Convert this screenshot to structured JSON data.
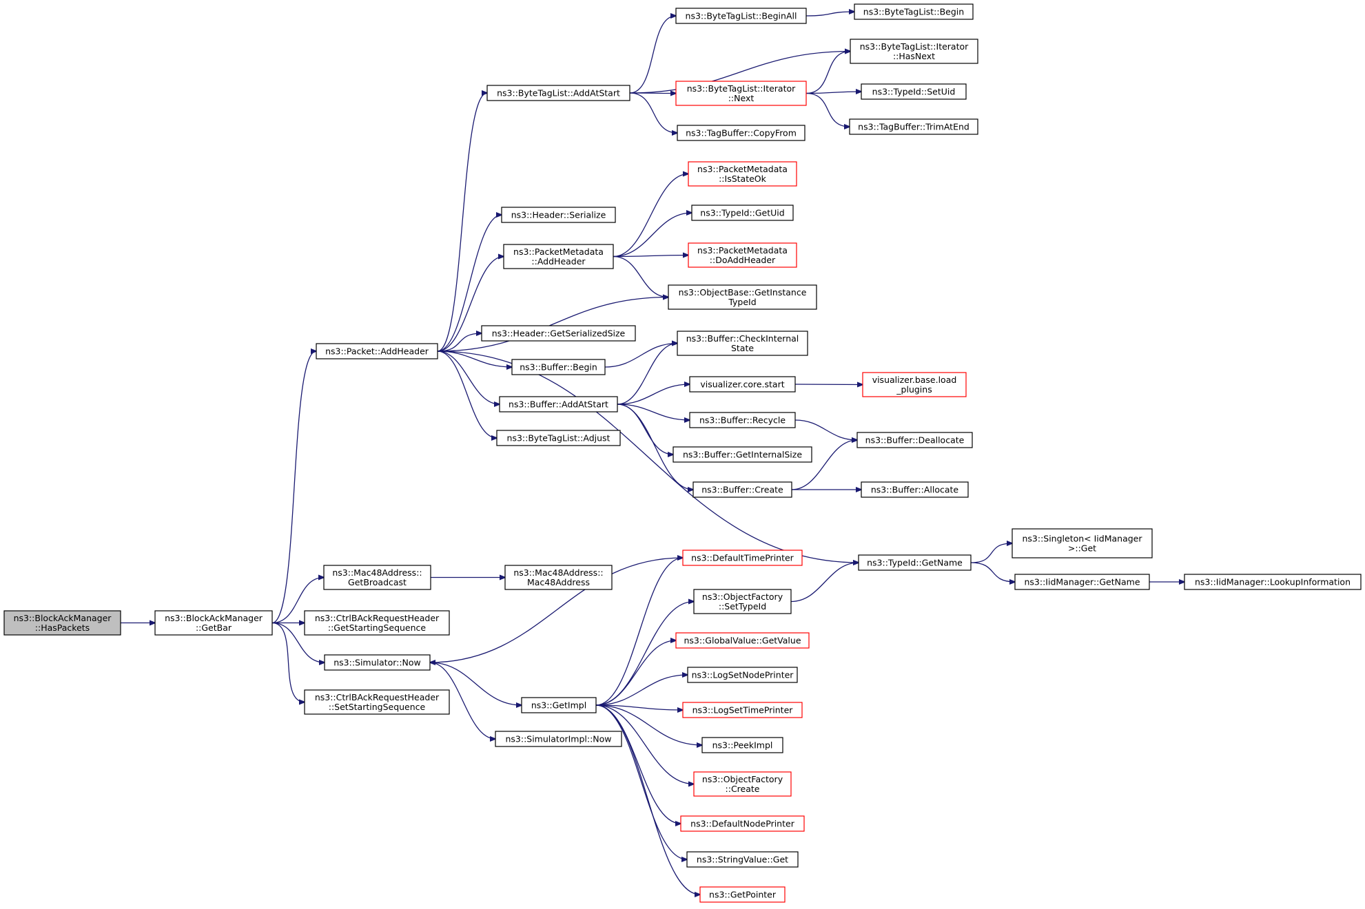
{
  "colors": {
    "edge": "#191970",
    "border_normal": "#000000",
    "border_red": "#ff0000",
    "root_fill": "#bfbfbf",
    "node_fill": "#ffffff"
  },
  "nodes": [
    {
      "id": "hasPackets",
      "lines": [
        "ns3::BlockAckManager",
        "::HasPackets"
      ],
      "style": "root"
    },
    {
      "id": "getBar",
      "lines": [
        "ns3::BlockAckManager",
        "::GetBar"
      ],
      "style": "normal"
    },
    {
      "id": "packetAddHeader",
      "lines": [
        "ns3::Packet::AddHeader"
      ],
      "style": "normal"
    },
    {
      "id": "macGetBroadcast",
      "lines": [
        "ns3::Mac48Address::",
        "GetBroadcast"
      ],
      "style": "normal"
    },
    {
      "id": "ctrlGetStart",
      "lines": [
        "ns3::CtrlBAckRequestHeader",
        "::GetStartingSequence"
      ],
      "style": "normal"
    },
    {
      "id": "simNow",
      "lines": [
        "ns3::Simulator::Now"
      ],
      "style": "normal"
    },
    {
      "id": "ctrlSetStart",
      "lines": [
        "ns3::CtrlBAckRequestHeader",
        "::SetStartingSequence"
      ],
      "style": "normal"
    },
    {
      "id": "btlAddAtStart",
      "lines": [
        "ns3::ByteTagList::AddAtStart"
      ],
      "style": "normal"
    },
    {
      "id": "headerSerialize",
      "lines": [
        "ns3::Header::Serialize"
      ],
      "style": "normal"
    },
    {
      "id": "pmAddHeader",
      "lines": [
        "ns3::PacketMetadata",
        "::AddHeader"
      ],
      "style": "normal"
    },
    {
      "id": "headerGetSize",
      "lines": [
        "ns3::Header::GetSerializedSize"
      ],
      "style": "normal"
    },
    {
      "id": "bufferBegin",
      "lines": [
        "ns3::Buffer::Begin"
      ],
      "style": "normal"
    },
    {
      "id": "bufferAddAtStart",
      "lines": [
        "ns3::Buffer::AddAtStart"
      ],
      "style": "normal"
    },
    {
      "id": "btlAdjust",
      "lines": [
        "ns3::ByteTagList::Adjust"
      ],
      "style": "normal"
    },
    {
      "id": "macMac48",
      "lines": [
        "ns3::Mac48Address::",
        "Mac48Address"
      ],
      "style": "normal"
    },
    {
      "id": "getImpl",
      "lines": [
        "ns3::GetImpl"
      ],
      "style": "normal"
    },
    {
      "id": "simImplNow",
      "lines": [
        "ns3::SimulatorImpl::Now"
      ],
      "style": "normal"
    },
    {
      "id": "btlBeginAll",
      "lines": [
        "ns3::ByteTagList::BeginAll"
      ],
      "style": "normal"
    },
    {
      "id": "btlIterNext",
      "lines": [
        "ns3::ByteTagList::Iterator",
        "::Next"
      ],
      "style": "red"
    },
    {
      "id": "tagCopyFrom",
      "lines": [
        "ns3::TagBuffer::CopyFrom"
      ],
      "style": "normal"
    },
    {
      "id": "pmIsStateOk",
      "lines": [
        "ns3::PacketMetadata",
        "::IsStateOk"
      ],
      "style": "red"
    },
    {
      "id": "typeGetUid",
      "lines": [
        "ns3::TypeId::GetUid"
      ],
      "style": "normal"
    },
    {
      "id": "pmDoAddHeader",
      "lines": [
        "ns3::PacketMetadata",
        "::DoAddHeader"
      ],
      "style": "red"
    },
    {
      "id": "objGetInstance",
      "lines": [
        "ns3::ObjectBase::GetInstance",
        "TypeId"
      ],
      "style": "normal"
    },
    {
      "id": "bufferCheck",
      "lines": [
        "ns3::Buffer::CheckInternal",
        "State"
      ],
      "style": "normal"
    },
    {
      "id": "vizStart",
      "lines": [
        "visualizer.core.start"
      ],
      "style": "normal"
    },
    {
      "id": "bufferRecycle",
      "lines": [
        "ns3::Buffer::Recycle"
      ],
      "style": "normal"
    },
    {
      "id": "bufferGetInternal",
      "lines": [
        "ns3::Buffer::GetInternalSize"
      ],
      "style": "normal"
    },
    {
      "id": "bufferCreate",
      "lines": [
        "ns3::Buffer::Create"
      ],
      "style": "normal"
    },
    {
      "id": "defaultTimePrinter",
      "lines": [
        "ns3::DefaultTimePrinter"
      ],
      "style": "red"
    },
    {
      "id": "ofSetTypeId",
      "lines": [
        "ns3::ObjectFactory",
        "::SetTypeId"
      ],
      "style": "normal"
    },
    {
      "id": "gvGetValue",
      "lines": [
        "ns3::GlobalValue::GetValue"
      ],
      "style": "red"
    },
    {
      "id": "logSetNode",
      "lines": [
        "ns3::LogSetNodePrinter"
      ],
      "style": "normal"
    },
    {
      "id": "logSetTime",
      "lines": [
        "ns3::LogSetTimePrinter"
      ],
      "style": "red"
    },
    {
      "id": "peekImpl",
      "lines": [
        "ns3::PeekImpl"
      ],
      "style": "normal"
    },
    {
      "id": "ofCreate",
      "lines": [
        "ns3::ObjectFactory",
        "::Create"
      ],
      "style": "red"
    },
    {
      "id": "defaultNodePrinter",
      "lines": [
        "ns3::DefaultNodePrinter"
      ],
      "style": "red"
    },
    {
      "id": "svGet",
      "lines": [
        "ns3::StringValue::Get"
      ],
      "style": "normal"
    },
    {
      "id": "getPointer",
      "lines": [
        "ns3::GetPointer"
      ],
      "style": "red"
    },
    {
      "id": "btlBegin",
      "lines": [
        "ns3::ByteTagList::Begin"
      ],
      "style": "normal"
    },
    {
      "id": "btlIterHasNext",
      "lines": [
        "ns3::ByteTagList::Iterator",
        "::HasNext"
      ],
      "style": "normal"
    },
    {
      "id": "typeSetUid",
      "lines": [
        "ns3::TypeId::SetUid"
      ],
      "style": "normal"
    },
    {
      "id": "tagTrimAtEnd",
      "lines": [
        "ns3::TagBuffer::TrimAtEnd"
      ],
      "style": "normal"
    },
    {
      "id": "vizLoadPlugins",
      "lines": [
        "visualizer.base.load",
        "_plugins"
      ],
      "style": "red"
    },
    {
      "id": "bufferDeallocate",
      "lines": [
        "ns3::Buffer::Deallocate"
      ],
      "style": "normal"
    },
    {
      "id": "bufferAllocate",
      "lines": [
        "ns3::Buffer::Allocate"
      ],
      "style": "normal"
    },
    {
      "id": "typeGetName",
      "lines": [
        "ns3::TypeId::GetName"
      ],
      "style": "normal"
    },
    {
      "id": "singletonGet",
      "lines": [
        "ns3::Singleton< IidManager",
        ">::Get"
      ],
      "style": "normal"
    },
    {
      "id": "iidGetName",
      "lines": [
        "ns3::IidManager::GetName"
      ],
      "style": "normal"
    },
    {
      "id": "iidLookup",
      "lines": [
        "ns3::IidManager::LookupInformation"
      ],
      "style": "normal"
    }
  ],
  "edges": [
    {
      "from": "hasPackets",
      "to": "getBar"
    },
    {
      "from": "getBar",
      "to": "packetAddHeader"
    },
    {
      "from": "getBar",
      "to": "macGetBroadcast"
    },
    {
      "from": "getBar",
      "to": "ctrlGetStart"
    },
    {
      "from": "getBar",
      "to": "simNow"
    },
    {
      "from": "getBar",
      "to": "ctrlSetStart"
    },
    {
      "from": "packetAddHeader",
      "to": "btlAddAtStart"
    },
    {
      "from": "packetAddHeader",
      "to": "headerSerialize"
    },
    {
      "from": "packetAddHeader",
      "to": "pmAddHeader"
    },
    {
      "from": "packetAddHeader",
      "to": "objGetInstance"
    },
    {
      "from": "packetAddHeader",
      "to": "headerGetSize"
    },
    {
      "from": "packetAddHeader",
      "to": "bufferBegin"
    },
    {
      "from": "packetAddHeader",
      "to": "bufferAddAtStart"
    },
    {
      "from": "packetAddHeader",
      "to": "btlAdjust"
    },
    {
      "from": "packetAddHeader",
      "to": "typeGetName"
    },
    {
      "from": "btlAddAtStart",
      "to": "btlBeginAll"
    },
    {
      "from": "btlAddAtStart",
      "to": "btlIterHasNext"
    },
    {
      "from": "btlAddAtStart",
      "to": "btlIterNext"
    },
    {
      "from": "btlAddAtStart",
      "to": "tagCopyFrom"
    },
    {
      "from": "btlBeginAll",
      "to": "btlBegin"
    },
    {
      "from": "btlIterNext",
      "to": "btlIterHasNext"
    },
    {
      "from": "btlIterNext",
      "to": "typeSetUid"
    },
    {
      "from": "btlIterNext",
      "to": "tagTrimAtEnd"
    },
    {
      "from": "pmAddHeader",
      "to": "pmIsStateOk"
    },
    {
      "from": "pmAddHeader",
      "to": "typeGetUid"
    },
    {
      "from": "pmAddHeader",
      "to": "pmDoAddHeader"
    },
    {
      "from": "pmAddHeader",
      "to": "objGetInstance"
    },
    {
      "from": "bufferBegin",
      "to": "bufferCheck"
    },
    {
      "from": "bufferAddAtStart",
      "to": "bufferCheck"
    },
    {
      "from": "bufferAddAtStart",
      "to": "vizStart"
    },
    {
      "from": "bufferAddAtStart",
      "to": "bufferRecycle"
    },
    {
      "from": "bufferAddAtStart",
      "to": "bufferGetInternal"
    },
    {
      "from": "bufferAddAtStart",
      "to": "bufferCreate"
    },
    {
      "from": "vizStart",
      "to": "vizLoadPlugins"
    },
    {
      "from": "bufferRecycle",
      "to": "bufferDeallocate"
    },
    {
      "from": "bufferCreate",
      "to": "bufferDeallocate"
    },
    {
      "from": "bufferCreate",
      "to": "bufferAllocate"
    },
    {
      "from": "typeGetName",
      "to": "singletonGet"
    },
    {
      "from": "typeGetName",
      "to": "iidGetName"
    },
    {
      "from": "iidGetName",
      "to": "iidLookup"
    },
    {
      "from": "macGetBroadcast",
      "to": "macMac48"
    },
    {
      "from": "simNow",
      "to": "getImpl"
    },
    {
      "from": "simNow",
      "to": "simImplNow"
    },
    {
      "from": "getImpl",
      "to": "defaultTimePrinter"
    },
    {
      "from": "getImpl",
      "to": "ofSetTypeId"
    },
    {
      "from": "getImpl",
      "to": "gvGetValue"
    },
    {
      "from": "getImpl",
      "to": "logSetNode"
    },
    {
      "from": "getImpl",
      "to": "logSetTime"
    },
    {
      "from": "getImpl",
      "to": "peekImpl"
    },
    {
      "from": "getImpl",
      "to": "ofCreate"
    },
    {
      "from": "getImpl",
      "to": "defaultNodePrinter"
    },
    {
      "from": "getImpl",
      "to": "svGet"
    },
    {
      "from": "getImpl",
      "to": "getPointer"
    },
    {
      "from": "defaultTimePrinter",
      "to": "simNow"
    },
    {
      "from": "ofSetTypeId",
      "to": "typeGetName"
    }
  ]
}
